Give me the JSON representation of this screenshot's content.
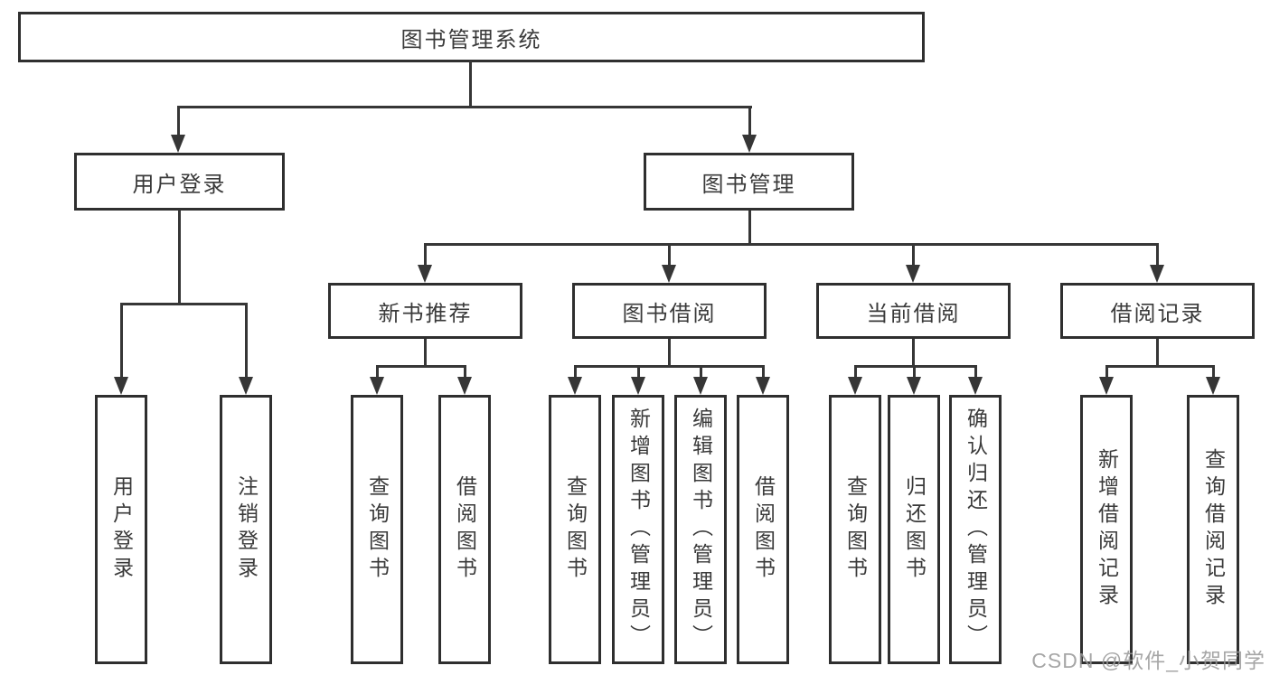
{
  "tree": {
    "root": {
      "label": "图书管理系统"
    },
    "branches": [
      {
        "label": "用户登录",
        "children": [
          {
            "label": "用户登录"
          },
          {
            "label": "注销登录"
          }
        ]
      },
      {
        "label": "图书管理",
        "groups": [
          {
            "label": "新书推荐",
            "children": [
              {
                "label": "查询图书"
              },
              {
                "label": "借阅图书"
              }
            ]
          },
          {
            "label": "图书借阅",
            "children": [
              {
                "label": "查询图书"
              },
              {
                "label": "新增图书（管理员）"
              },
              {
                "label": "编辑图书（管理员）"
              },
              {
                "label": "借阅图书"
              }
            ]
          },
          {
            "label": "当前借阅",
            "children": [
              {
                "label": "查询图书"
              },
              {
                "label": "归还图书"
              },
              {
                "label": "确认归还（管理员）"
              }
            ]
          },
          {
            "label": "借阅记录",
            "children": [
              {
                "label": "新增借阅记录"
              },
              {
                "label": "查询借阅记录"
              }
            ]
          }
        ]
      }
    ]
  },
  "watermark": {
    "text": "CSDN @软件_小贺同学"
  },
  "colors": {
    "background": "#ffffff",
    "line": "#363636",
    "border": "#2f2f2f",
    "text": "#3a3a3a",
    "watermark": "#969696"
  }
}
